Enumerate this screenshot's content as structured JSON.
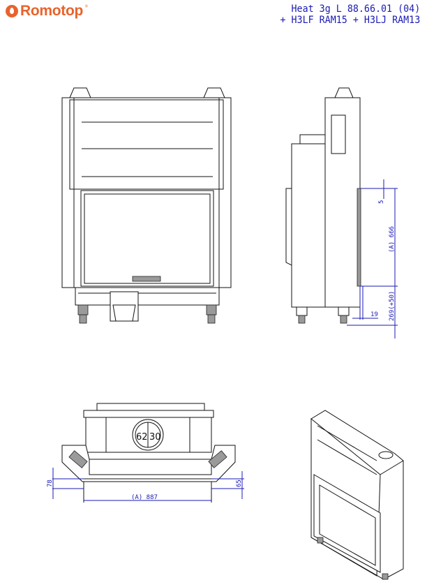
{
  "brand": {
    "name": "Romotop",
    "registered": "®",
    "color": "#e8632b"
  },
  "title": {
    "line1": "Heat 3g L 88.66.01 (04)",
    "line2": "+ H3LF RAM15 + H3LJ RAM13",
    "color": "#1a1ab4"
  },
  "side_view_dims": {
    "top_offset": "5",
    "height_a": "(A) 666",
    "bottom_height": "269(+50)",
    "depth_offset": "19"
  },
  "top_view_dims": {
    "flue_left": "62",
    "flue_right": "30",
    "left_depth": "78",
    "right_depth": "65",
    "width_a": "(A) 887"
  }
}
